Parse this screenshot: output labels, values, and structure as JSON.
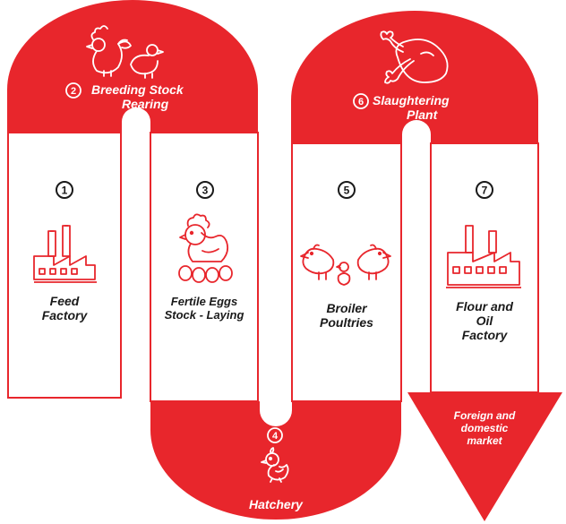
{
  "colors": {
    "brand_red": "#e8262c",
    "line": "#e8262c",
    "ink": "#1a1a1a"
  },
  "steps": [
    {
      "number": "1",
      "lines": [
        "Feed",
        "Factory"
      ],
      "icon": "factory-icon"
    },
    {
      "number": "2",
      "lines": [
        "Breeding Stock",
        "Rearing"
      ],
      "icon": "rooster-hen-icon"
    },
    {
      "number": "3",
      "lines": [
        "Fertile Eggs",
        "Stock - Laying"
      ],
      "icon": "hen-on-eggs-icon"
    },
    {
      "number": "4",
      "lines": [
        "Hatchery"
      ],
      "icon": "chick-icon"
    },
    {
      "number": "5",
      "lines": [
        "Broiler",
        "Poultries"
      ],
      "icon": "chickens-icon"
    },
    {
      "number": "6",
      "lines": [
        "Slaughtering",
        "Plant"
      ],
      "icon": "roast-chicken-icon"
    },
    {
      "number": "7",
      "lines": [
        "Flour and",
        "Oil",
        "Factory"
      ],
      "icon": "factory-icon"
    }
  ],
  "market": {
    "lines": [
      "Foreign and",
      "domestic",
      "market"
    ],
    "icon": "arrow-down-icon"
  }
}
